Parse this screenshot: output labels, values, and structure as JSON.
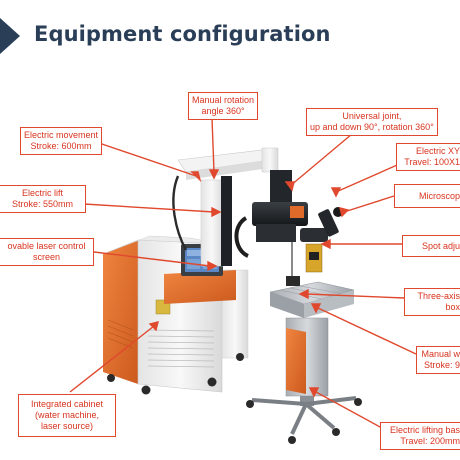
{
  "header": {
    "title": "Equipment configuration"
  },
  "labels": [
    {
      "id": "manual-rotation",
      "lines": [
        "Manual rotation",
        "angle 360°"
      ]
    },
    {
      "id": "universal-joint",
      "lines": [
        "Universal joint,",
        "up and down 90°, rotation 360°"
      ]
    },
    {
      "id": "electric-movement",
      "lines": [
        "Electric movement",
        "Stroke: 600mm"
      ]
    },
    {
      "id": "electric-xy",
      "lines": [
        "Electric XY",
        "Travel: 100X1"
      ]
    },
    {
      "id": "electric-lift",
      "lines": [
        "Electric lift",
        "Stroke: 550mm"
      ]
    },
    {
      "id": "microscope",
      "lines": [
        "Microscop"
      ]
    },
    {
      "id": "control-screen",
      "lines": [
        "ovable laser control",
        "screen"
      ]
    },
    {
      "id": "spot-adjust",
      "lines": [
        "Spot adju"
      ]
    },
    {
      "id": "three-axis",
      "lines": [
        "Three-axis",
        "box"
      ]
    },
    {
      "id": "manual-w",
      "lines": [
        "Manual w",
        "Stroke: 9"
      ]
    },
    {
      "id": "integrated-cabinet",
      "lines": [
        "Integrated cabinet",
        "(water machine,",
        "laser source)"
      ]
    },
    {
      "id": "lifting-base",
      "lines": [
        "Electric lifting bas",
        "Travel: 200mm"
      ]
    }
  ],
  "colors": {
    "title": "#2a3f57",
    "label_border": "#e0492e",
    "label_text": "#d8341f",
    "leader": "#e0492e",
    "orange_panel": "#e06a2a",
    "body_white": "#f1f1f1"
  }
}
